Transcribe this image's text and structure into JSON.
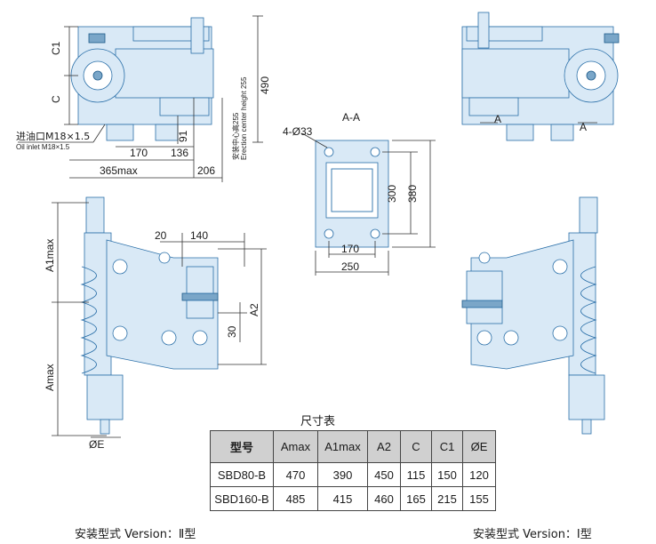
{
  "table": {
    "title": "尺寸表",
    "headers": [
      "型号",
      "Amax",
      "A1max",
      "A2",
      "C",
      "C1",
      "ØE"
    ],
    "rows": [
      [
        "SBD80-B",
        "470",
        "390",
        "450",
        "115",
        "150",
        "120"
      ],
      [
        "SBD160-B",
        "485",
        "415",
        "460",
        "165",
        "215",
        "155"
      ]
    ]
  },
  "versions": {
    "left": "安装型式 Version：Ⅱ型",
    "right": "安装型式 Version：Ⅰ型"
  },
  "dims": {
    "c1": "C1",
    "c": "C",
    "d490": "490",
    "oil_inlet_cn": "进油口M18×1.5",
    "oil_inlet_en": "Oil inlet M18×1.5",
    "install_center_cn": "安装中心高255",
    "install_center_en": "Erection center height 255",
    "d91": "91",
    "d170": "170",
    "d136": "136",
    "d365max": "365max",
    "d206": "206",
    "holes": "4-Ø33",
    "section": "A-A",
    "d300": "300",
    "d380": "380",
    "d170b": "170",
    "d250": "250",
    "a_left": "A",
    "a_right": "A",
    "a1max": "A1max",
    "amax": "Amax",
    "d20": "20",
    "d140": "140",
    "a2": "A2",
    "d30": "30",
    "oe": "ØE"
  },
  "colors": {
    "line": "#2a6fa8",
    "fill": "#d9e9f6",
    "table_header": "#d0d0d0"
  }
}
